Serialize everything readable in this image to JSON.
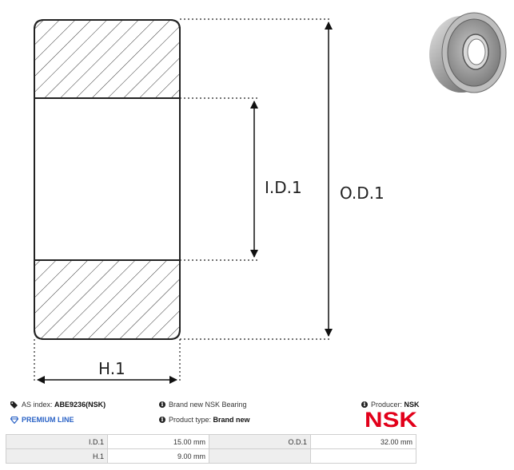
{
  "diagram": {
    "labels": {
      "inner_diameter": "I.D.1",
      "outer_diameter": "O.D.1",
      "height": "H.1"
    }
  },
  "icons": {
    "product_photo": "bearing-photo",
    "tag": "tag-icon",
    "gem": "gem-icon",
    "info": "info-icon"
  },
  "info": {
    "as_index_label": "AS index:",
    "as_index_value": "ABE9236(NSK)",
    "premium_line": "PREMIUM LINE",
    "brand_new": "Brand new NSK Bearing",
    "product_type_label": "Product type:",
    "product_type_value": "Brand new",
    "producer_label": "Producer:",
    "producer_value": "NSK"
  },
  "brand_logo_text": "NSK",
  "colors": {
    "logo_red": "#e2001a",
    "premium_blue": "#2b63c6"
  },
  "specs": {
    "rows": [
      [
        {
          "label": "I.D.1",
          "value": "15.00 mm"
        },
        {
          "label": "O.D.1",
          "value": "32.00 mm"
        }
      ],
      [
        {
          "label": "H.1",
          "value": "9.00 mm"
        },
        {
          "label": "",
          "value": ""
        }
      ]
    ]
  }
}
